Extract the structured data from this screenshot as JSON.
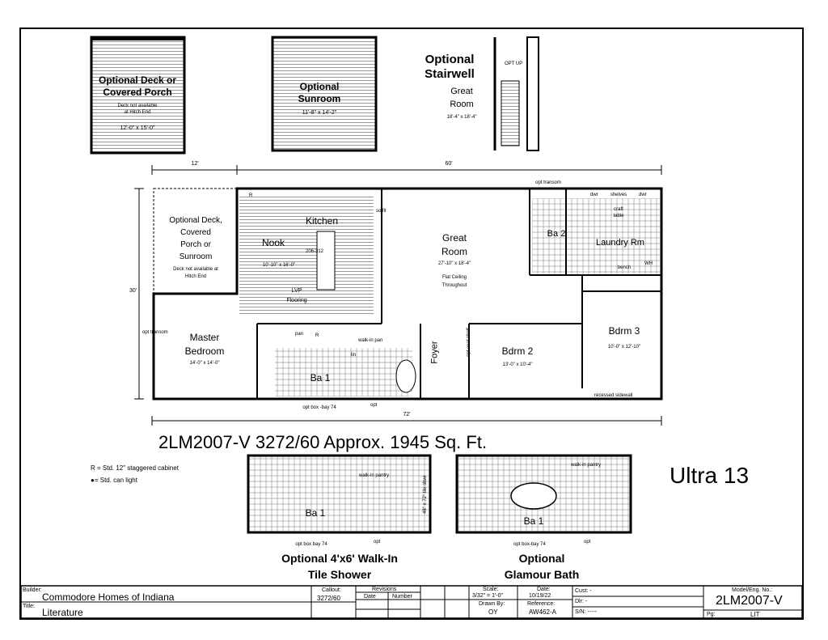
{
  "top_options": {
    "deck": {
      "title_1": "Optional Deck or",
      "title_2": "Covered Porch",
      "note_1": "Deck not available",
      "note_2": "at Hitch End",
      "dims": "12'-0\" x 15'-0\""
    },
    "sunroom": {
      "title_1": "Optional",
      "title_2": "Sunroom",
      "dims": "11'-8\" x 14'-2\""
    },
    "stairwell": {
      "title_1": "Optional",
      "title_2": "Stairwell",
      "room_1": "Great",
      "room_2": "Room",
      "dims": "18'-4\" x 18'-4\"",
      "opt_up": "OPT UP"
    }
  },
  "dimensions": {
    "top_left": "12'",
    "top_main": "60'",
    "left": "30'",
    "bottom": "72'",
    "opt_transom_top": "opt transom",
    "opt_transom_left": "opt transom"
  },
  "rooms": {
    "deck_side": {
      "l1": "Optional Deck,",
      "l2": "Covered",
      "l3": "Porch or",
      "l4": "Sunroom",
      "n1": "Deck not available at",
      "n2": "Hitch End"
    },
    "kitchen": "Kitchen",
    "nook": {
      "name": "Nook",
      "dims": "10'-10\" x 16'-0\""
    },
    "lvp": {
      "l1": "LVP",
      "l2": "Flooring"
    },
    "great_room": {
      "l1": "Great",
      "l2": "Room",
      "dims": "27'-10\" x 18'-4\"",
      "n1": "Flat Ceiling",
      "n2": "Throughout"
    },
    "master": {
      "l1": "Master",
      "l2": "Bedroom",
      "dims": "14'-0\" x 14'-0\""
    },
    "ba1": "Ba 1",
    "foyer": "Foyer",
    "bdrm2": {
      "name": "Bdrm 2",
      "dims": "13'-0\" x 10'-4\""
    },
    "bdrm3": {
      "name": "Bdrm 3",
      "dims": "10'-0\" x 12'-10\""
    },
    "ba2": "Ba 2",
    "laundry": "Laundry Rm",
    "craft": {
      "l1": "craft",
      "l2": "table"
    },
    "bench": "bench",
    "shelves": "shelves",
    "dwr": "dwr",
    "wh": "WH",
    "island": "206-312",
    "soffit": "soffit",
    "walk_in_pan": "walk-in pan",
    "pan": "pan",
    "lin": "lin",
    "r": "R",
    "coat": "opt coat shelf"
  },
  "annotations": {
    "opt_box_bay": "opt box -bay 74",
    "opt": "opt",
    "recessed": "recessed sidewall"
  },
  "headline": "2LM2007-V 3272/60 Approx. 1945 Sq. Ft.",
  "legend": {
    "r": "R = Std. 12\" staggered cabinet",
    "can": "●= Std. can light"
  },
  "brand": "Ultra 13",
  "options_bottom": {
    "shower": {
      "t1": "Optional 4'x6' Walk-In",
      "t2": "Tile Shower",
      "ba": "Ba 1",
      "box": "opt box bay 74",
      "opt": "opt",
      "walk_in_pantry": "walk-in pantry",
      "tile": "48\" x 72\" tile shwr"
    },
    "glamour": {
      "t1": "Optional",
      "t2": "Glamour Bath",
      "ba": "Ba 1",
      "box": "opt box-bay 74",
      "opt": "opt",
      "walk_in": "walk-in pantry"
    }
  },
  "title_block": {
    "builder_label": "Builder:",
    "builder": "Commodore Homes of Indiana",
    "title_label": "Title:",
    "title": "Literature",
    "callout_label": "Callout:",
    "callout": "3272/60",
    "revisions": "Revisions",
    "date": "Date",
    "number": "Number",
    "scale_label": "Scale:",
    "scale": "3/32\" = 1'-0\"",
    "date_label": "Date:",
    "date_val": "10/19/22",
    "drawn_label": "Drawn By:",
    "drawn": "OY",
    "ref_label": "Reference:",
    "ref": "AW462-A",
    "cust": "Cust: -",
    "dlr": "Dlr: -",
    "sn": "S/N: -----",
    "model_label": "Model/Eng. No.:",
    "model": "2LM2007-V",
    "pg_label": "Pg:",
    "pg": "LIT"
  }
}
